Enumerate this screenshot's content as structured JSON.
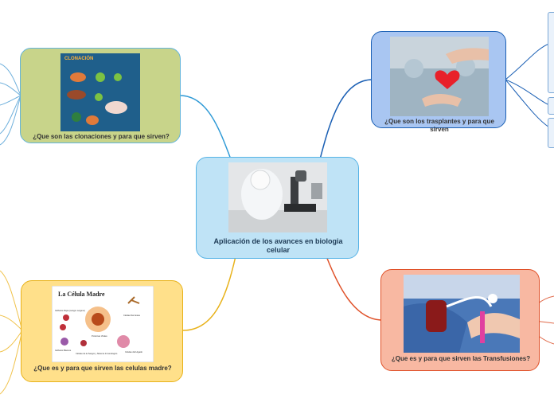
{
  "central": {
    "label": "Aplicación de los avances en biologia celular"
  },
  "topics": [
    {
      "id": "cloning",
      "label": "¿Que son las clonaciones y para que sirven?",
      "image": "cloning-infographic",
      "image_title": "CLONACIÓN",
      "color": "#c8d48a"
    },
    {
      "id": "transplants",
      "label": "¿Que son los trasplantes y para que sirven",
      "image": "heart-transplant-photo",
      "color": "#a9c6f2"
    },
    {
      "id": "stemcells",
      "label": "¿Que es y para que sirven las celulas madre?",
      "image": "stem-cell-diagram",
      "color": "#ffe08a",
      "diagram": {
        "title": "La Célula Madre",
        "labels": [
          "Glóbulos Rojos (sangre oxígeno)",
          "Células Nerviosas",
          "Proteínas Virales",
          "Glóbulos Blancos",
          "Células de la Sangre y Sistema Inmunológico",
          "Células del Hígado"
        ]
      }
    },
    {
      "id": "transfusions",
      "label": "¿Que es y para que sirven las Transfusiones?",
      "image": "blood-transfusion-photo",
      "color": "#f8b8a2"
    }
  ]
}
